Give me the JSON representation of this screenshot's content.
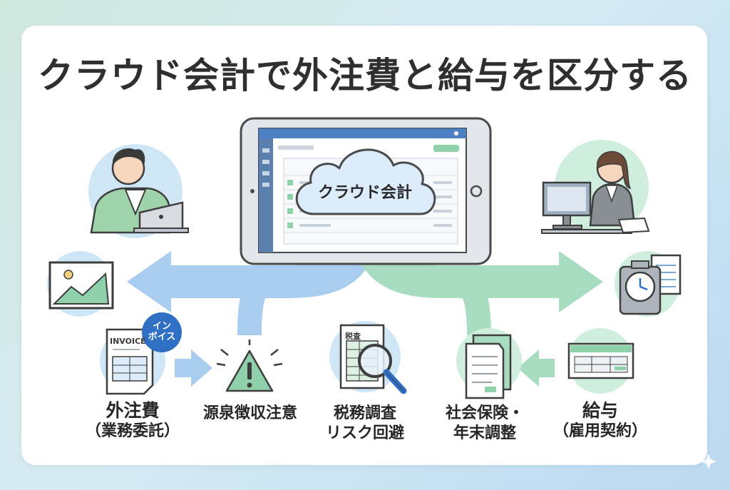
{
  "title": "クラウド会計で外注費と給与を区分する",
  "center": {
    "label": "クラウド会計"
  },
  "outsourcing": {
    "title": "外注費",
    "subtitle": "（業務委託）",
    "badge_line1": "イン",
    "badge_line2": "ボイス",
    "invoice_label": "INVOICE"
  },
  "withholding": {
    "label": "源泉徴収注意"
  },
  "tax_audit": {
    "line1": "税務調査",
    "line2": "リスク回避",
    "document_label": "税査"
  },
  "social": {
    "line1": "社会保険・",
    "line2": "年末調整"
  },
  "salary": {
    "title": "給与",
    "subtitle": "（雇用契約）"
  },
  "colors": {
    "blue_flow": "#a9cdee",
    "green_flow": "#a8dcc0",
    "accent_blue": "#2f6fc4",
    "accent_green": "#2e9a64"
  }
}
